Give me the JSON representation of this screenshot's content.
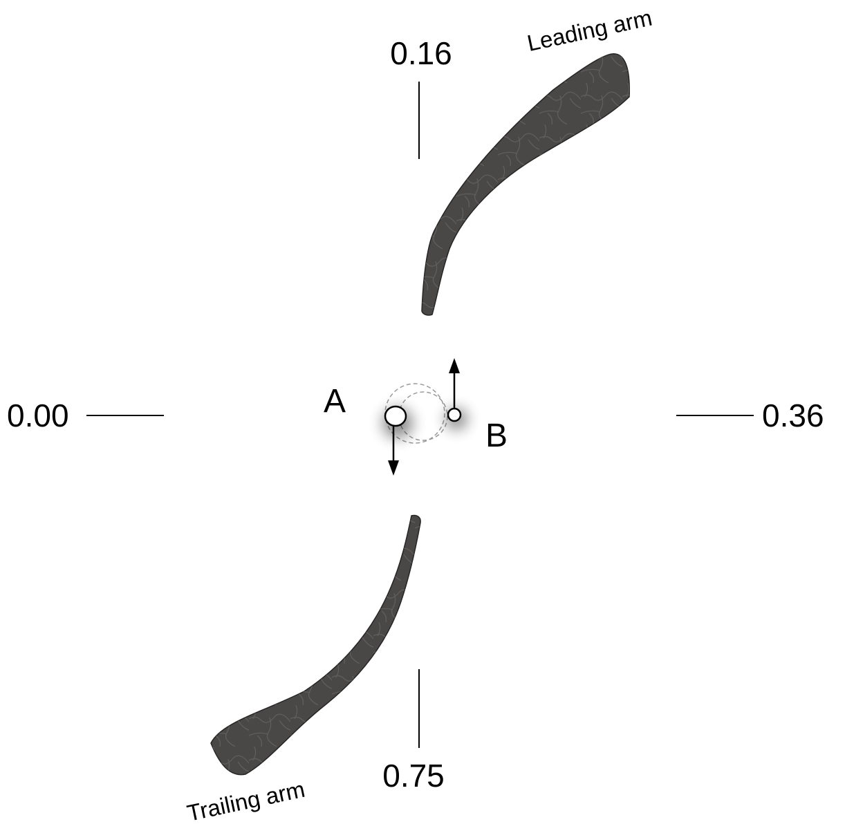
{
  "phase_labels": {
    "top": "0.16",
    "left": "0.00",
    "right": "0.36",
    "bottom": "0.75"
  },
  "stars": {
    "a": "A",
    "b": "B"
  },
  "arms": {
    "leading": "Leading arm",
    "trailing": "Trailing arm"
  },
  "colors": {
    "arm_fill": "#4a4747",
    "arm_vein": "#6e6b6b",
    "ink": "#000000",
    "orbit": "#9a9a9a"
  }
}
